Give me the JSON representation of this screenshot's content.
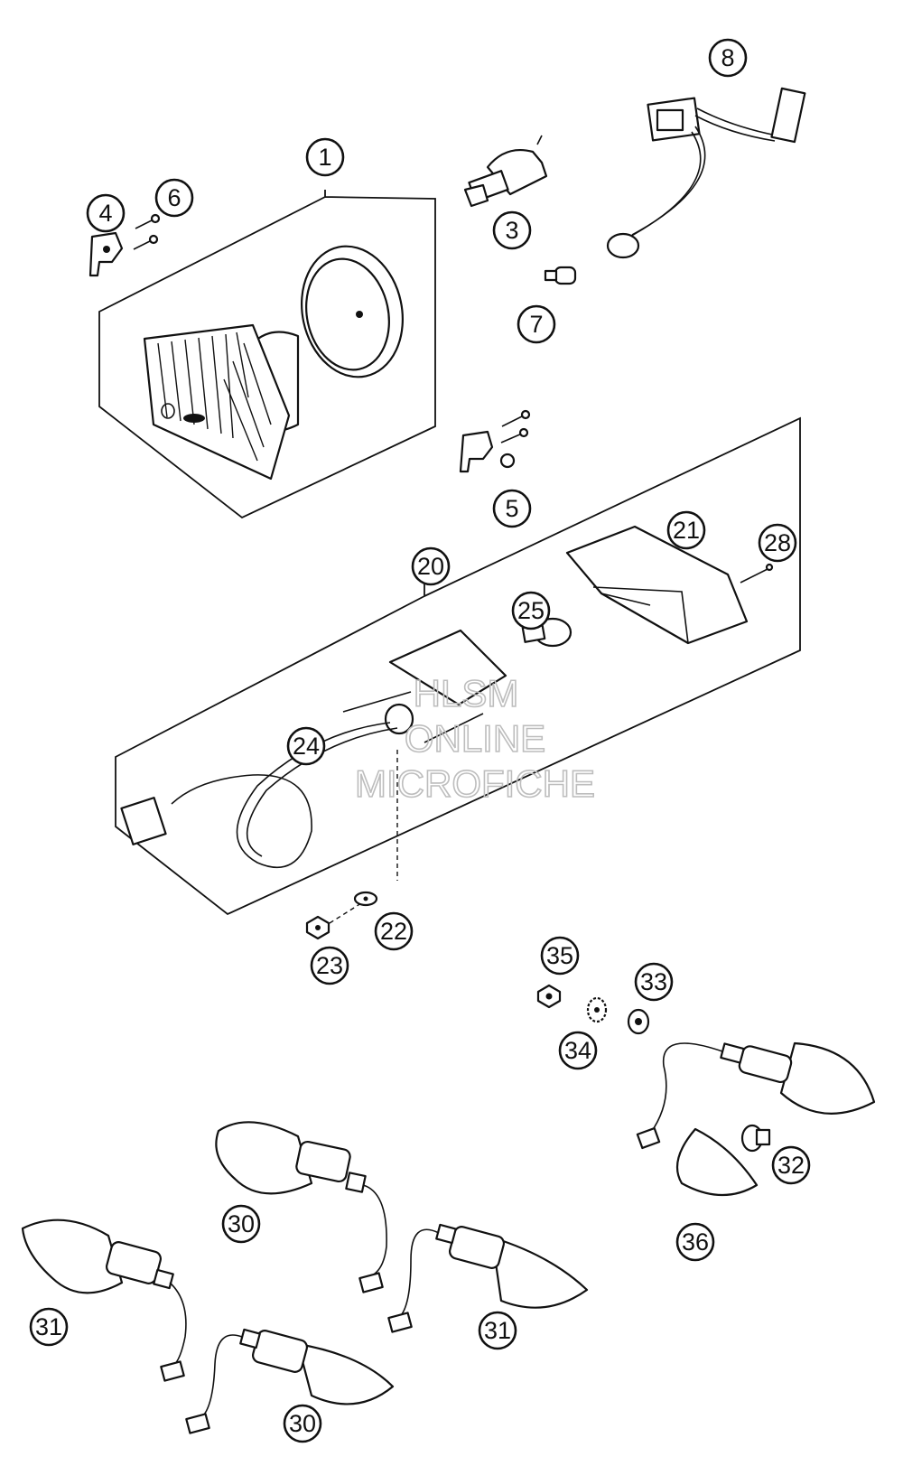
{
  "watermark": [
    "HLSM",
    "ONLINE",
    "MICROFICHE"
  ],
  "callouts": [
    {
      "id": "c1",
      "label": "1"
    },
    {
      "id": "c3",
      "label": "3"
    },
    {
      "id": "c4",
      "label": "4"
    },
    {
      "id": "c5",
      "label": "5"
    },
    {
      "id": "c6",
      "label": "6"
    },
    {
      "id": "c7",
      "label": "7"
    },
    {
      "id": "c8",
      "label": "8"
    },
    {
      "id": "c20",
      "label": "20"
    },
    {
      "id": "c21",
      "label": "21"
    },
    {
      "id": "c22",
      "label": "22"
    },
    {
      "id": "c23",
      "label": "23"
    },
    {
      "id": "c24",
      "label": "24"
    },
    {
      "id": "c25",
      "label": "25"
    },
    {
      "id": "c28",
      "label": "28"
    },
    {
      "id": "c30a",
      "label": "30"
    },
    {
      "id": "c30b",
      "label": "30"
    },
    {
      "id": "c31a",
      "label": "31"
    },
    {
      "id": "c31b",
      "label": "31"
    },
    {
      "id": "c32",
      "label": "32"
    },
    {
      "id": "c33",
      "label": "33"
    },
    {
      "id": "c34",
      "label": "34"
    },
    {
      "id": "c35",
      "label": "35"
    },
    {
      "id": "c36",
      "label": "36"
    }
  ]
}
